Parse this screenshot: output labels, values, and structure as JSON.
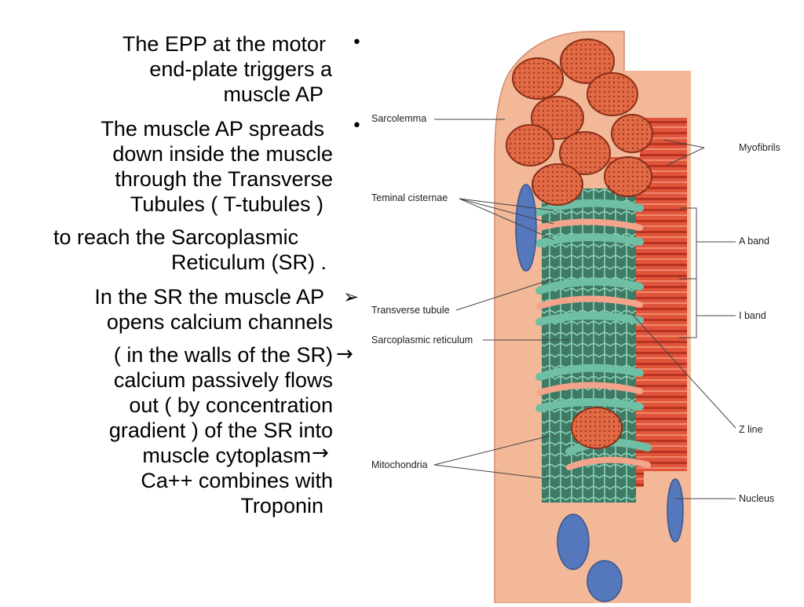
{
  "text": {
    "block1": [
      "The EPP at the motor",
      "end-plate triggers a",
      "muscle AP"
    ],
    "block2": [
      "The muscle AP spreads",
      "down inside the muscle",
      "through the Transverse",
      "Tubules  ( T-tubules )"
    ],
    "block3": [
      "to reach the Sarcoplasmic",
      "Reticulum (SR) ."
    ],
    "block4": [
      "In the SR  the muscle AP",
      "opens calcium channels"
    ],
    "block5": [
      "( in the walls of the SR)",
      "calcium passively flows",
      "out ( by concentration",
      "gradient ) of the SR into",
      "muscle cytoplasm",
      "Ca++ combines with",
      "Troponin"
    ],
    "bullets": {
      "dot": "•",
      "chevron": "➢",
      "arrow": "→"
    }
  },
  "diagram_labels": {
    "sarcolemma": "Sarcolemma",
    "myofibrils": "Myofibrils",
    "terminal_cisternae": "Teminal cisternae",
    "a_band": "A band",
    "transverse_tubule": "Transverse tubule",
    "i_band": "I band",
    "sarcoplasmic_reticulum": "Sarcoplasmic reticulum",
    "z_line": "Z line",
    "mitochondria": "Mitochondria",
    "nucleus": "Nucleus"
  },
  "colors": {
    "fiber": "#f0b595",
    "myofibril": "#e26a45",
    "sr_green": "#6fbfa5",
    "t_tubule": "#f3a48a",
    "nucleus": "#5577bb"
  }
}
